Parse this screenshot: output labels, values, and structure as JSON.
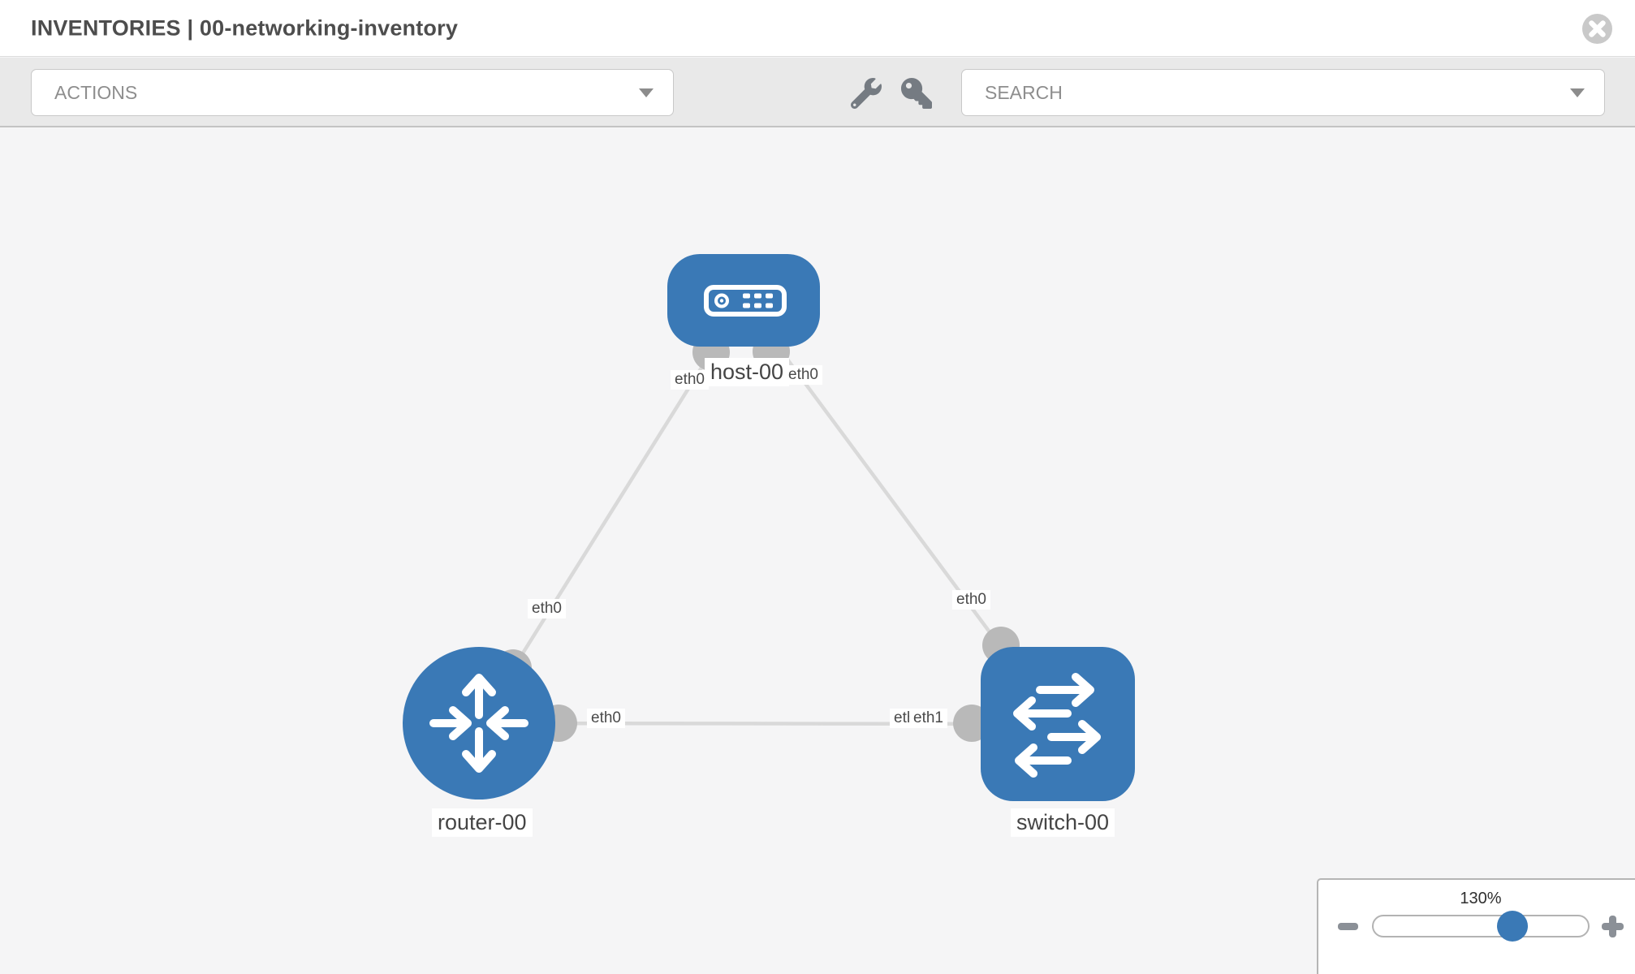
{
  "header": {
    "title": "INVENTORIES | 00-networking-inventory"
  },
  "toolbar": {
    "actions_label": "ACTIONS",
    "search_label": "SEARCH"
  },
  "topology": {
    "nodes": [
      {
        "name": "host-00",
        "type": "host"
      },
      {
        "name": "router-00",
        "type": "router"
      },
      {
        "name": "switch-00",
        "type": "switch"
      }
    ],
    "links": [
      {
        "from": "router-00",
        "from_interface": "eth0",
        "to": "host-00",
        "to_interface": "eth0"
      },
      {
        "from": "switch-00",
        "from_interface": "eth0",
        "to": "host-00",
        "to_interface": "eth0"
      },
      {
        "from": "router-00",
        "from_interface": "eth0",
        "to": "switch-00",
        "to_interface": "eth1",
        "to_interface_overlapped": "eth0"
      }
    ]
  },
  "zoom_control": {
    "level_label": "130%"
  },
  "colors": {
    "node_blue": "#3a79b6",
    "port_gray": "#b9b9b9",
    "link_gray": "#d9d9d9",
    "icon_gray": "#757b82"
  }
}
